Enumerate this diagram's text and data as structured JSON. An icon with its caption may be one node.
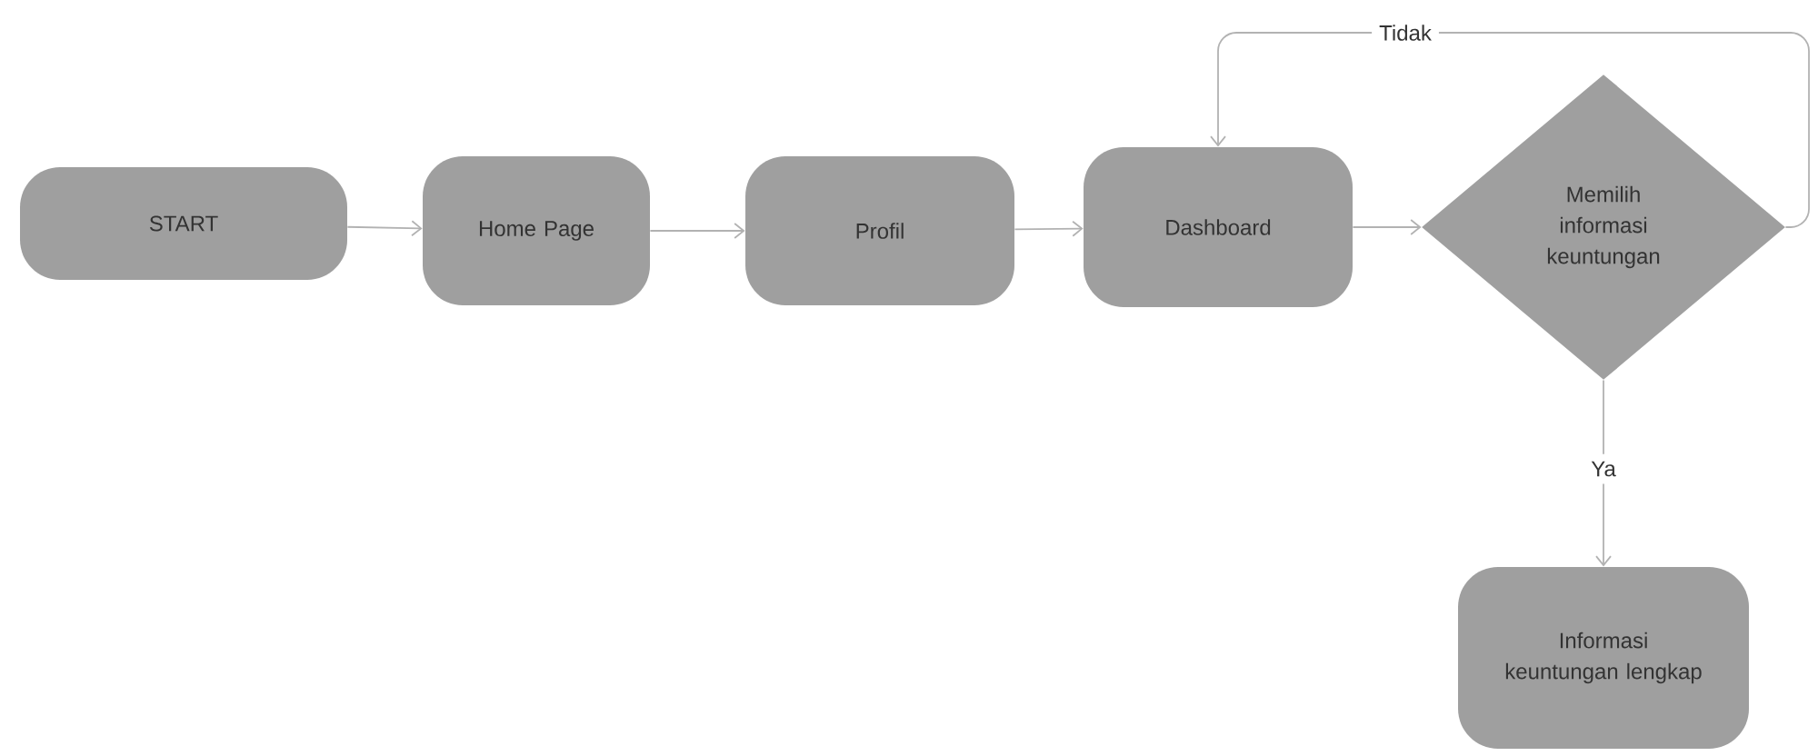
{
  "diagram": {
    "nodes": [
      {
        "text": [
          "START"
        ]
      },
      {
        "text": [
          "Home Page"
        ]
      },
      {
        "text": [
          "Profil"
        ]
      },
      {
        "text": [
          "Dashboard"
        ]
      },
      {
        "text": [
          "Memilih informasi keuntungan"
        ]
      },
      {
        "text": [
          "Informasi keuntungan lengkap"
        ]
      }
    ],
    "edges": [
      {
        "from": 0,
        "to": 1,
        "arrow": "to"
      },
      {
        "from": 1,
        "to": 2,
        "arrow": "to"
      },
      {
        "from": 2,
        "to": 3,
        "arrow": "to"
      },
      {
        "from": 3,
        "to": 4,
        "arrow": "to"
      },
      {
        "from": 4,
        "to": 3,
        "arrow": "to",
        "label": "Tidak"
      },
      {
        "from": 4,
        "to": 5,
        "arrow": "to",
        "label": "Ya"
      }
    ]
  }
}
